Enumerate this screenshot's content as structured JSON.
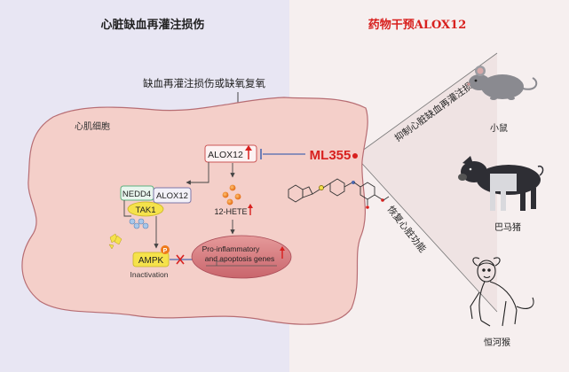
{
  "colors": {
    "left_bg": "#e8e6f3",
    "right_bg": "#f6efef",
    "cell_fill": "#f4cfc9",
    "cell_stroke": "#b76d73",
    "accent_red": "#d8201e",
    "inhibit_blue": "#4c68b0",
    "box_yellow": "#f5e24b",
    "box_green": "#5cb07d",
    "amide_orange": "#ee7a1a"
  },
  "headers": {
    "left": "心脏缺血再灌注损伤",
    "right": "药物干预ALOX12"
  },
  "left": {
    "trigger": "缺血再灌注损伤或缺氧复氧",
    "cell_label": "心肌细胞",
    "alox12_main": "ALOX12",
    "alox12_complex": "ALOX12",
    "nedd4": "NEDD4",
    "tak1": "TAK1",
    "hete": "12-HETE",
    "ampk": "AMPK",
    "p_label": "P",
    "inactivation": "Inactivation",
    "genes_line1": "Pro-inflammatory",
    "genes_line2": "and apoptosis genes"
  },
  "drug": {
    "name": "ML355"
  },
  "right": {
    "effect_top": "抑制心脏缺血再灌注损伤",
    "effect_bottom": "恢复心脏功能",
    "animals": [
      {
        "name": "小鼠",
        "icon": "mouse-icon"
      },
      {
        "name": "巴马猪",
        "icon": "pig-icon"
      },
      {
        "name": "恒河猴",
        "icon": "monkey-icon"
      }
    ]
  }
}
